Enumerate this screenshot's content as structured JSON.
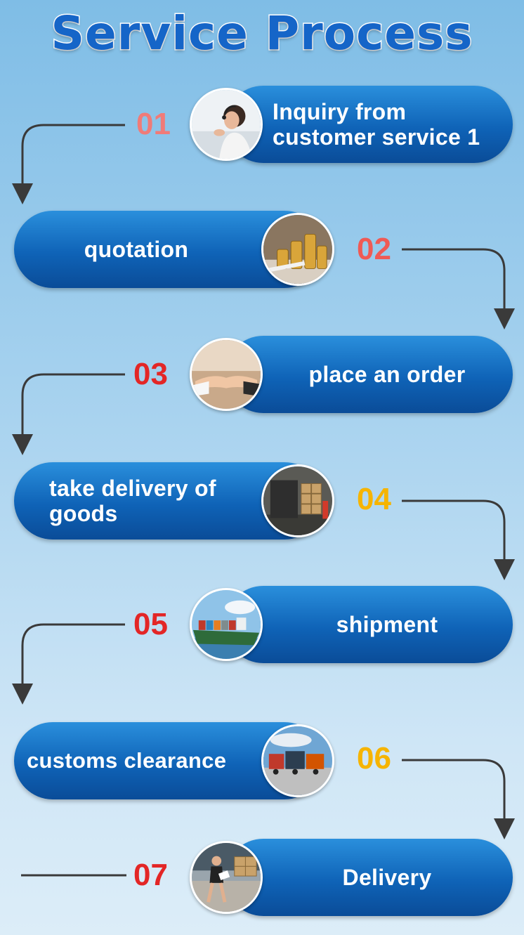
{
  "title": "Service Process",
  "steps": [
    {
      "number": "01",
      "label": "Inquiry from customer service 1",
      "number_color": "#f07b78",
      "photo": "customer-service-photo"
    },
    {
      "number": "02",
      "label": "quotation",
      "number_color": "#ef5a55",
      "photo": "coins-photo"
    },
    {
      "number": "03",
      "label": "place an order",
      "number_color": "#e32626",
      "photo": "handshake-photo"
    },
    {
      "number": "04",
      "label": "take delivery of goods",
      "number_color": "#f6b400",
      "photo": "truck-loading-photo"
    },
    {
      "number": "05",
      "label": "shipment",
      "number_color": "#e32626",
      "photo": "cargo-ship-photo"
    },
    {
      "number": "06",
      "label": "customs clearance",
      "number_color": "#f6b400",
      "photo": "port-trucks-photo"
    },
    {
      "number": "07",
      "label": "Delivery",
      "number_color": "#e32626",
      "photo": "courier-photo"
    }
  ],
  "colors": {
    "pill": "#1268bd",
    "title": "#1565c8",
    "arrow": "#3a3a3a"
  }
}
